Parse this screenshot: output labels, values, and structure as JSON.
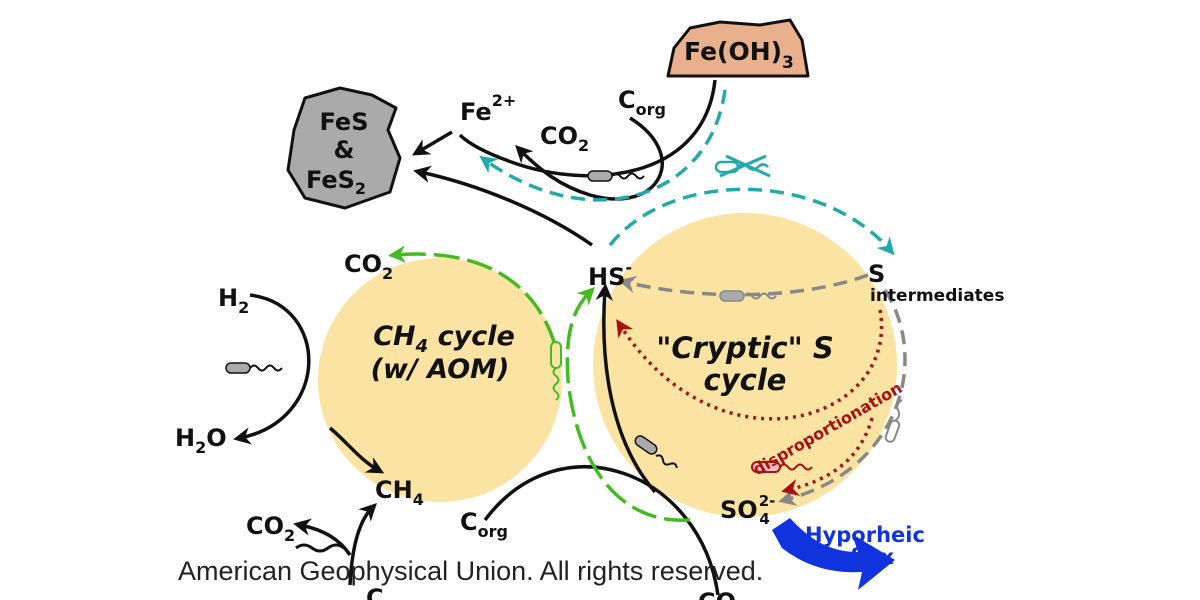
{
  "labels": {
    "feoh3": "Fe(OH)",
    "feoh3_sub": "3",
    "fes_line1": "FeS",
    "fes_line2": "&",
    "fes_line3": "FeS",
    "fes_line3_sub": "2",
    "fe2": "Fe",
    "fe2_sup": "2+",
    "co2_top": "CO",
    "co2_top_sub": "2",
    "corg_top": "C",
    "corg_top_sub": "org",
    "co2_left": "CO",
    "co2_left_sub": "2",
    "hs": "HS",
    "hs_sup": "-",
    "s_int_1": "S",
    "s_int_2": "intermediates",
    "h2": "H",
    "h2_sub": "2",
    "h2o": "H",
    "h2o_sub": "2",
    "h2o_end": "O",
    "ch4_cycle_1": "CH",
    "ch4_cycle_sub": "4",
    "ch4_cycle_2": " cycle",
    "ch4_cycle_3": "(w/ AOM)",
    "cryptic_1": "\"Cryptic\" S",
    "cryptic_2": "cycle",
    "disproportionation": "disproportionation",
    "ch4": "CH",
    "ch4_sub": "4",
    "co2_bottom": "CO",
    "co2_bottom_sub": "2",
    "corg_bottom": "C",
    "corg_bottom_sub": "org",
    "so4": "SO",
    "so4_sub": "4",
    "so4_sup": "2-",
    "hyporheic_1": "Hyporheic",
    "hyporheic_2": "flux",
    "cut_c": "C",
    "cut_co": "CO"
  },
  "copyright": "American Geophysical Union. All rights reserved.",
  "colors": {
    "circle_fill": "#fbe3a3",
    "green": "#44bb22",
    "teal": "#22aaaa",
    "gray": "#888888",
    "dark_red": "#aa1111",
    "blue": "#1133dd",
    "mineral_gray": "#aaaaaa",
    "iron_oxide": "#e9b08d"
  }
}
